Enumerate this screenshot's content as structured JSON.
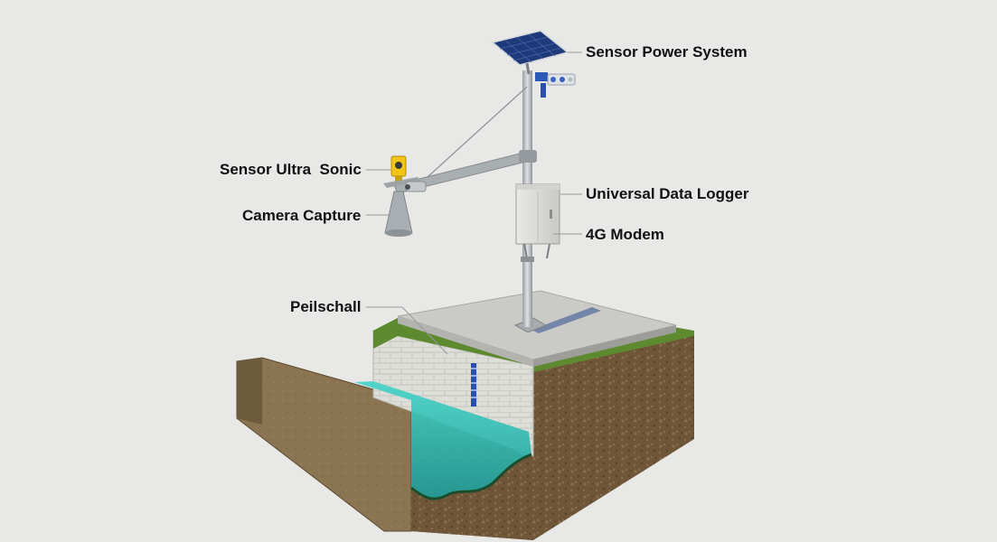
{
  "labels": {
    "sensor_power_system": "Sensor Power System",
    "sensor_ultra_sonic": "Sensor Ultra  Sonic",
    "camera_capture": "Camera Capture",
    "universal_data_logger": "Universal Data Logger",
    "modem_4g": "4G Modem",
    "peilschall": "Peilschall"
  },
  "colors": {
    "background": "#e8e8e7",
    "soil": "#7b6346",
    "water": "#2fc1b9",
    "grass": "#5d8a2e",
    "concrete": "#c9c9c6",
    "pole": "#b9bcbf",
    "solar_panel": "#1f3a7a",
    "sensor_yellow": "#f2c418"
  }
}
